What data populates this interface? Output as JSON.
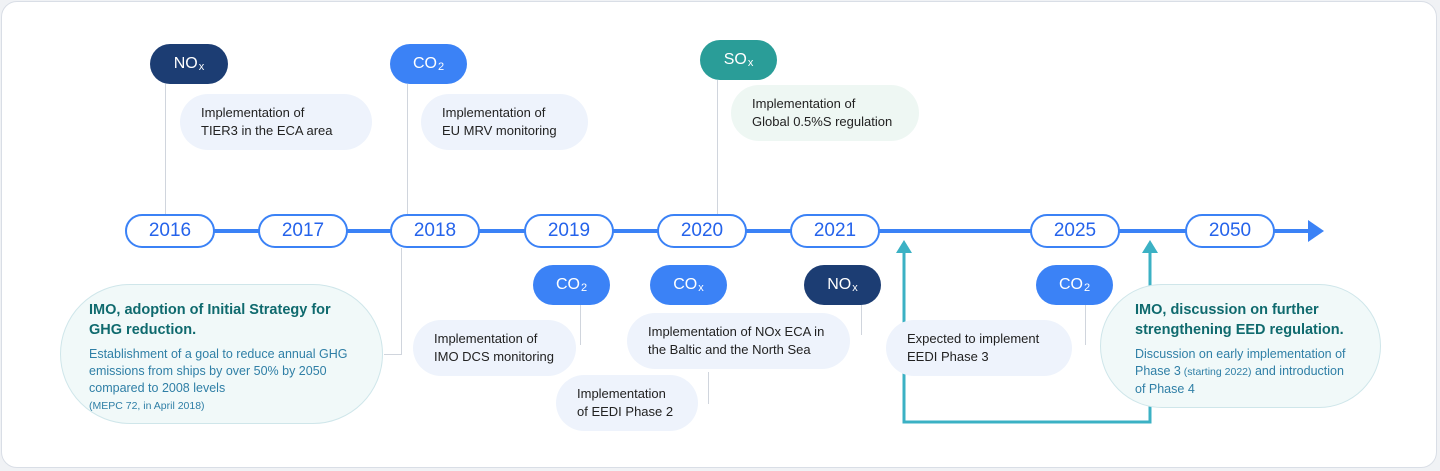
{
  "colors": {
    "axis": "#3b82f6",
    "navy": "#1c3d73",
    "blue": "#3b82f6",
    "teal": "#2a9d98",
    "loop": "#3bb1c4"
  },
  "years": [
    "2016",
    "2017",
    "2018",
    "2019",
    "2020",
    "2021",
    "2025",
    "2050"
  ],
  "top_events": [
    {
      "pill_main": "NO",
      "pill_sub": "x",
      "color": "navy",
      "text_line1": "Implementation of",
      "text_line2": "TIER3 in the ECA area"
    },
    {
      "pill_main": "CO",
      "pill_sub": "2",
      "color": "blue",
      "text_line1": "Implementation of",
      "text_line2": "EU MRV monitoring"
    },
    {
      "pill_main": "SO",
      "pill_sub": "x",
      "color": "teal",
      "text_line1": "Implementation of",
      "text_line2": "Global 0.5%S regulation"
    }
  ],
  "bottom_pills": [
    {
      "main": "CO",
      "sub": "2",
      "color": "blue"
    },
    {
      "main": "CO",
      "sub": "x",
      "color": "blue"
    },
    {
      "main": "NO",
      "sub": "x",
      "color": "navy"
    },
    {
      "main": "CO",
      "sub": "2",
      "color": "blue"
    }
  ],
  "bottom_notes": {
    "imo_dcs": {
      "line1": "Implementation of",
      "line2": "IMO DCS monitoring"
    },
    "nox_eca": {
      "line1": "Implementation of NOx ECA in",
      "line2": "the Baltic and the North Sea"
    },
    "eedi2": {
      "line1": "Implementation",
      "line2": "of EEDI Phase 2"
    },
    "eedi3": {
      "line1": "Expected to implement",
      "line2": "EEDI Phase 3"
    }
  },
  "imo_strategy": {
    "title_line1": "IMO, adoption of Initial Strategy for",
    "title_line2": "GHG reduction.",
    "body_line1": "Establishment of a goal to reduce annual GHG",
    "body_line2": "emissions from ships by over 50% by 2050",
    "body_line3": "compared to 2008 levels",
    "note": "(MEPC 72, in April 2018)"
  },
  "imo_eed": {
    "title_line1": "IMO, discussion on further",
    "title_line2": "strengthening EED regulation.",
    "body_line1": "Discussion on early implementation of",
    "body_line2a": "Phase 3",
    "body_line2b": " (starting 2022)",
    "body_line2c": " and introduction",
    "body_line3": "of Phase 4"
  }
}
